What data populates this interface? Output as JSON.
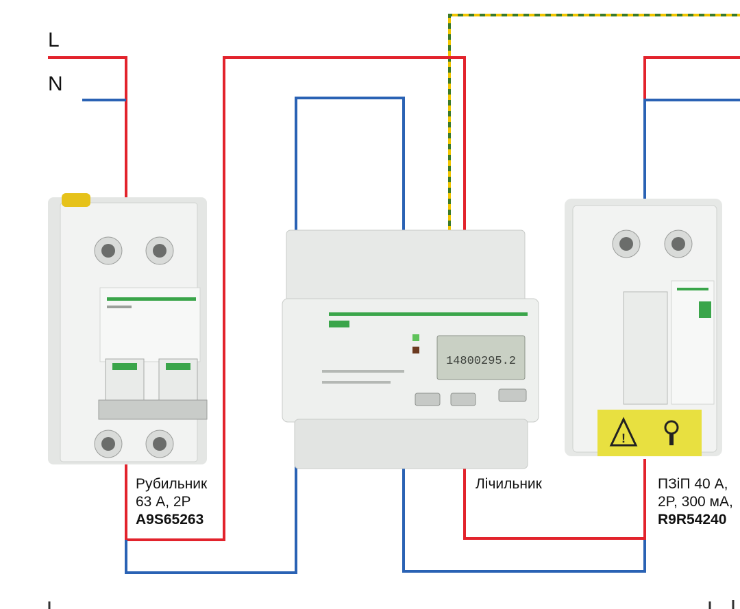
{
  "lines": {
    "l": "L",
    "n": "N"
  },
  "switch": {
    "line1": "Рубильник",
    "line2": "63 А, 2P",
    "code": "A9S65263"
  },
  "meter": {
    "label": "Лічильник",
    "display": "14800295.2"
  },
  "rcbo": {
    "line1": "ПЗіП 40 А,",
    "line2": "2P, 300 мА,",
    "code": "R9R54240"
  },
  "colors": {
    "phase": "#e2232c",
    "neutral": "#2a62b4",
    "earth_green": "#3a7a2a",
    "earth_yellow": "#f2c500",
    "device": "#eef0ee",
    "accent": "#3aa54a"
  }
}
